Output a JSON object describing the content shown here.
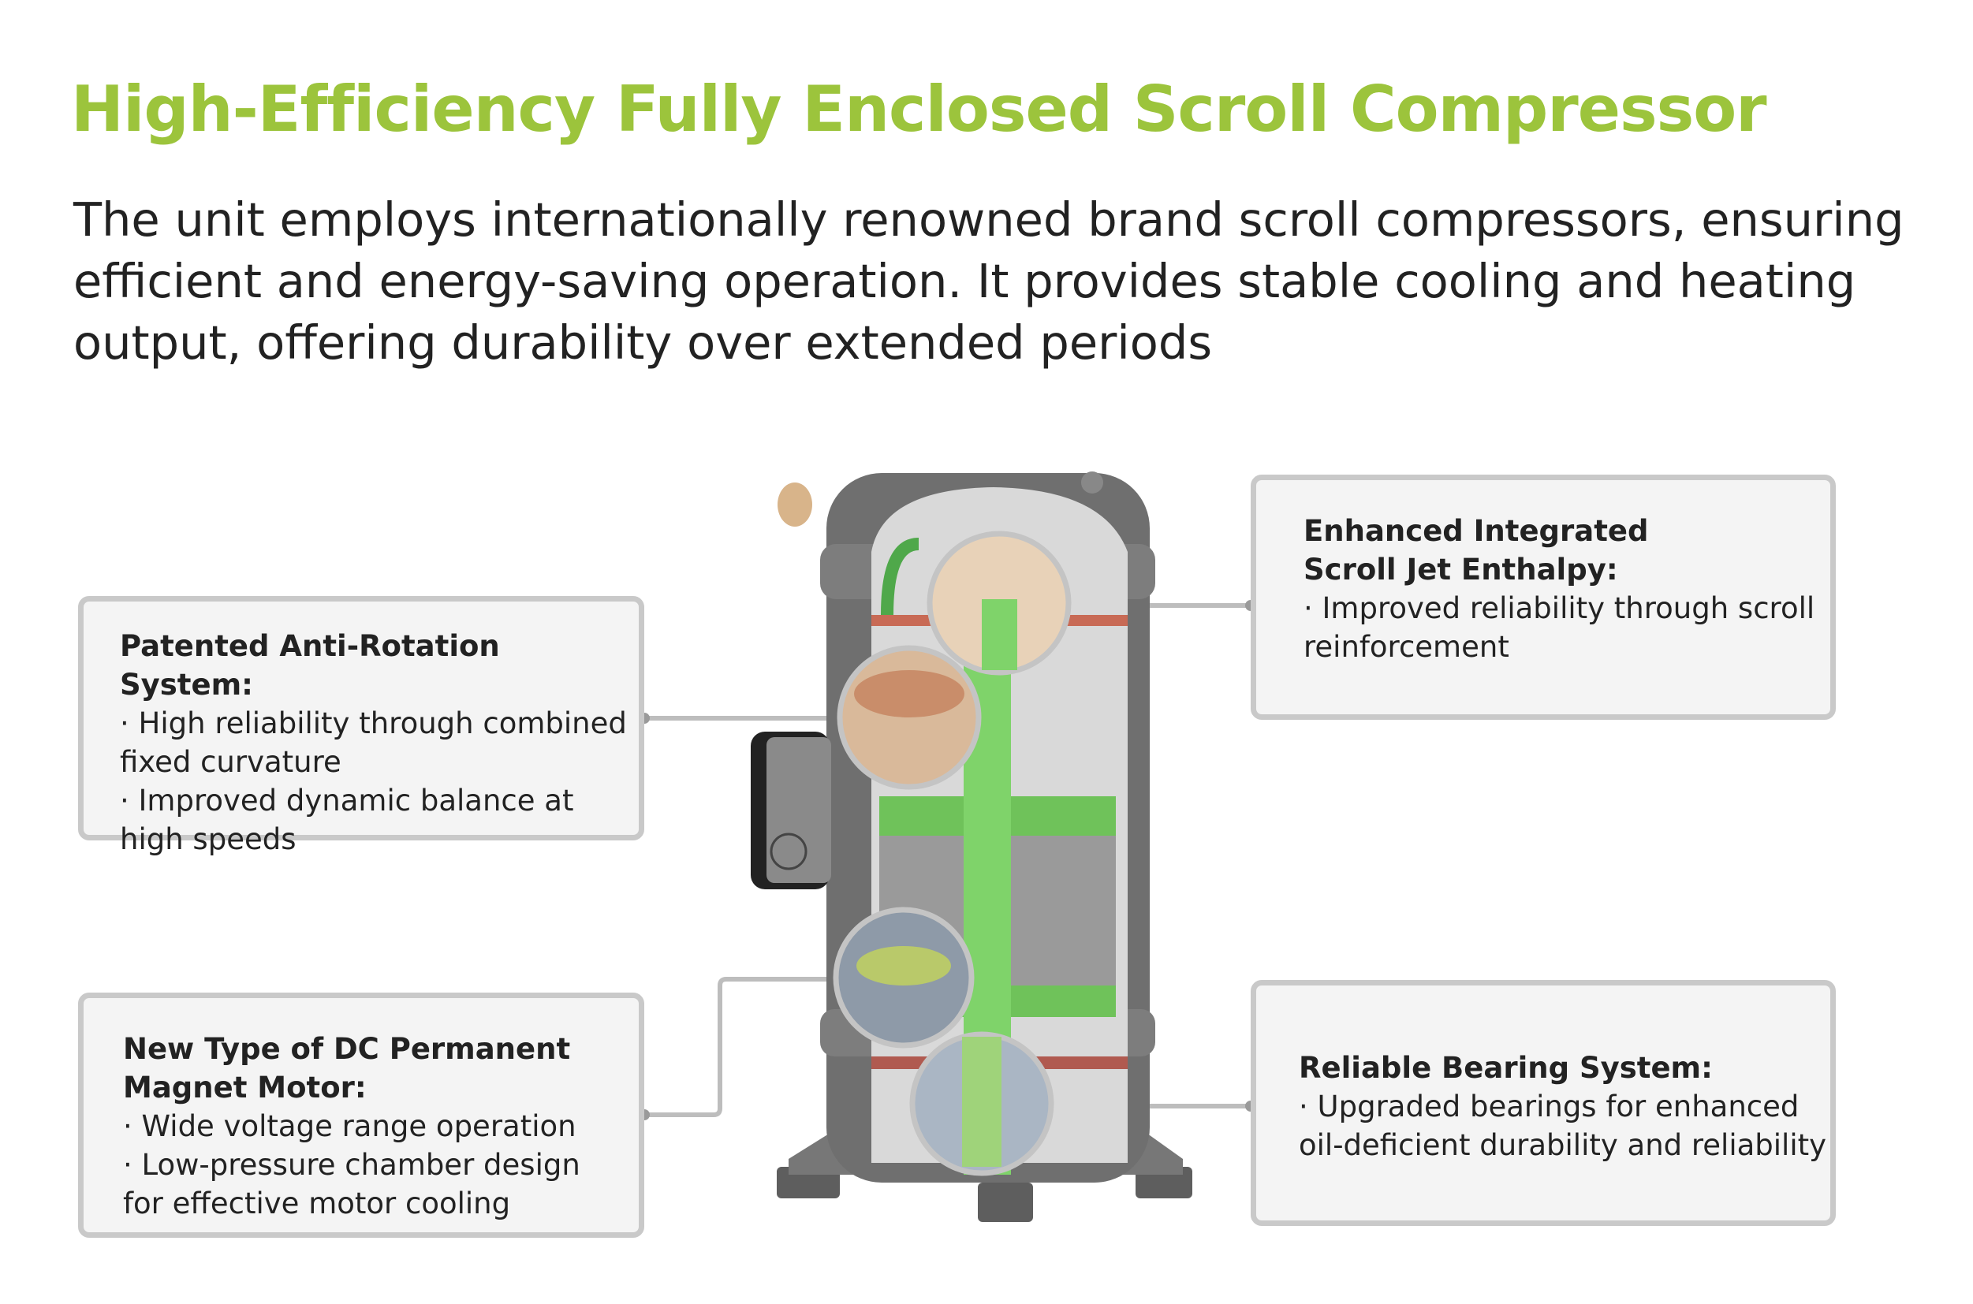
{
  "title": "High-Efficiency Fully Enclosed Scroll Compressor",
  "intro": [
    "The unit employs internationally renowned brand scroll compressors, ensuring",
    "efficient and energy-saving operation. It provides stable cooling and heating",
    "output, offering durability over extended periods"
  ],
  "callouts": {
    "anti_rotation": {
      "heading": "Patented Anti-Rotation System:",
      "lines": [
        "· High reliability through combined",
        "fixed curvature",
        "· Improved dynamic balance at",
        "high speeds"
      ]
    },
    "motor": {
      "heading": [
        "New Type of DC Permanent",
        "Magnet Motor:"
      ],
      "lines": [
        "· Wide voltage range operation",
        "· Low-pressure chamber design",
        "for effective motor cooling"
      ]
    },
    "scroll_jet": {
      "heading": [
        "Enhanced Integrated",
        "Scroll Jet Enthalpy:"
      ],
      "lines": [
        "· Improved reliability through scroll",
        "reinforcement"
      ]
    },
    "bearing": {
      "heading": "Reliable Bearing System:",
      "lines": [
        "· Upgraded bearings for enhanced",
        "oil-deficient durability and reliability"
      ]
    }
  },
  "colors": {
    "accent": "#9cc43c",
    "shaft": "#7fd36a",
    "shell": "#6e6e6e",
    "border": "#c9c9c9"
  }
}
